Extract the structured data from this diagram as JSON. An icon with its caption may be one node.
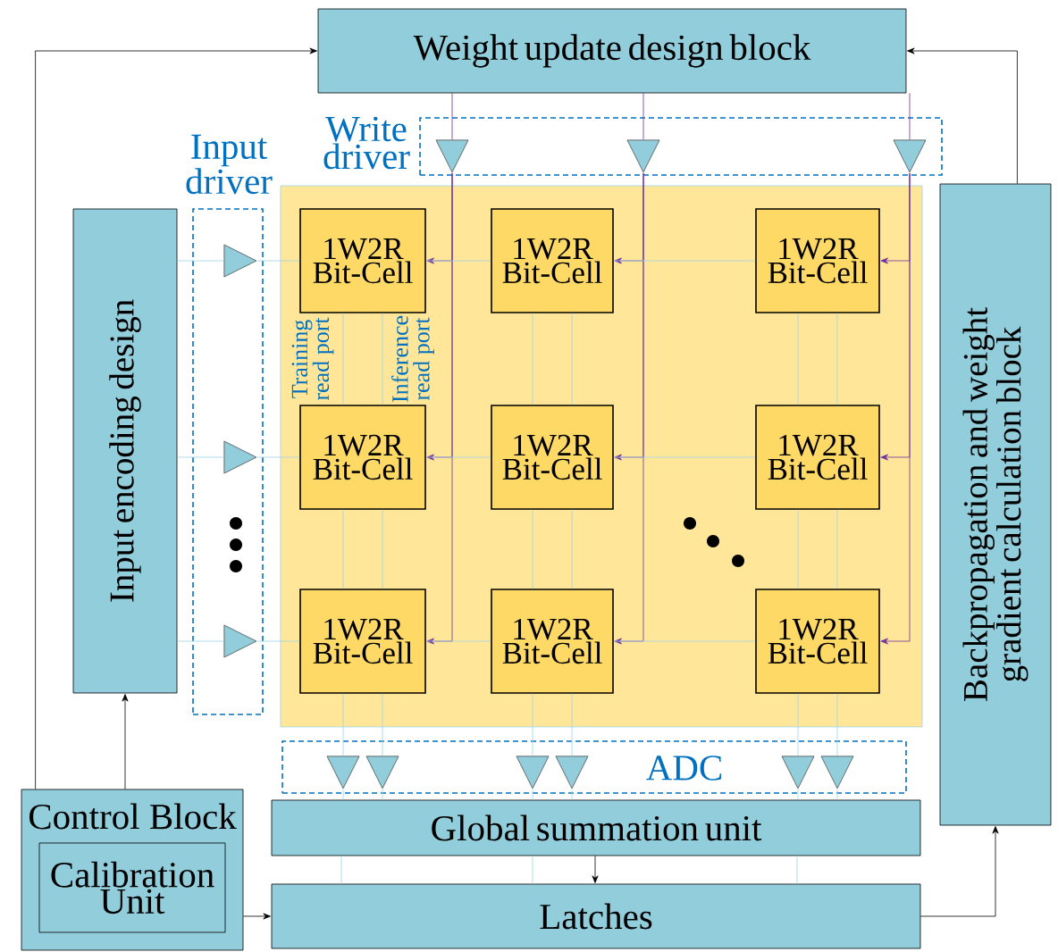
{
  "diagram": {
    "nodes": [
      {
        "text": [
          "Weight update design block"
        ]
      },
      {
        "text": [
          "Input encoding design"
        ]
      },
      {
        "text": [
          "Backpropagation and weight gradient calculation block"
        ]
      },
      {
        "text": [
          "Control Block"
        ]
      },
      {
        "text": [
          "Calibration Unit"
        ],
        "in": 3
      },
      {
        "text": [
          "Global summation unit"
        ]
      },
      {
        "text": [
          "Latches"
        ]
      },
      {
        "text": [
          "Input driver"
        ]
      },
      {
        "text": [
          "Write driver"
        ]
      },
      {
        "text": [
          "ADC"
        ]
      },
      {
        "text": [],
        "shape": "box"
      },
      {
        "text": [
          "1W2R Bit-Cell"
        ],
        "in": 10
      },
      {
        "text": [
          "1W2R Bit-Cell"
        ],
        "in": 10
      },
      {
        "text": [
          "1W2R Bit-Cell"
        ],
        "in": 10
      },
      {
        "text": [
          "1W2R Bit-Cell"
        ],
        "in": 10
      },
      {
        "text": [
          "1W2R Bit-Cell"
        ],
        "in": 10
      },
      {
        "text": [
          "1W2R Bit-Cell"
        ],
        "in": 10
      },
      {
        "text": [
          "1W2R Bit-Cell"
        ],
        "in": 10
      },
      {
        "text": [
          "1W2R Bit-Cell"
        ],
        "in": 10
      },
      {
        "text": [
          "1W2R Bit-Cell"
        ],
        "in": 10
      },
      {
        "text": [],
        "shape": "triangle",
        "in": 7
      },
      {
        "text": [],
        "shape": "triangle",
        "in": 7
      },
      {
        "text": [],
        "shape": "triangle",
        "in": 7
      },
      {
        "text": [],
        "shape": "triangle",
        "in": 8
      },
      {
        "text": [],
        "shape": "triangle",
        "in": 8
      },
      {
        "text": [],
        "shape": "triangle",
        "in": 8
      },
      {
        "text": [],
        "shape": "triangle",
        "in": 9
      },
      {
        "text": [],
        "shape": "triangle",
        "in": 9
      },
      {
        "text": [],
        "shape": "triangle",
        "in": 9
      },
      {
        "text": [],
        "shape": "triangle",
        "in": 9
      },
      {
        "text": [],
        "shape": "triangle",
        "in": 9
      },
      {
        "text": [],
        "shape": "triangle",
        "in": 9
      }
    ],
    "edges": [
      {
        "from": 3,
        "to": 0,
        "arrow": "to",
        "color": "#000000"
      },
      {
        "from": 3,
        "to": 1,
        "arrow": "to",
        "color": "#000000"
      },
      {
        "from": 3,
        "to": 6,
        "arrow": "to",
        "color": "#000000"
      },
      {
        "from": 5,
        "to": 6,
        "arrow": "to",
        "color": "#000000"
      },
      {
        "from": 6,
        "to": 2,
        "arrow": "to",
        "color": "#000000"
      },
      {
        "from": 2,
        "to": 0,
        "arrow": "to",
        "color": "#000000"
      },
      {
        "from": 0,
        "to": 23,
        "arrow": "none",
        "color": "#7030a0"
      },
      {
        "from": 0,
        "to": 24,
        "arrow": "none",
        "color": "#7030a0"
      },
      {
        "from": 0,
        "to": 25,
        "arrow": "none",
        "color": "#7030a0"
      },
      {
        "from": 23,
        "to": 11,
        "arrow": "to",
        "color": "#7030a0"
      },
      {
        "from": 23,
        "to": 14,
        "arrow": "to",
        "color": "#7030a0"
      },
      {
        "from": 23,
        "to": 17,
        "arrow": "to",
        "color": "#7030a0"
      },
      {
        "from": 24,
        "to": 12,
        "arrow": "to",
        "color": "#7030a0"
      },
      {
        "from": 24,
        "to": 15,
        "arrow": "to",
        "color": "#7030a0"
      },
      {
        "from": 24,
        "to": 18,
        "arrow": "to",
        "color": "#7030a0"
      },
      {
        "from": 25,
        "to": 13,
        "arrow": "to",
        "color": "#7030a0"
      },
      {
        "from": 25,
        "to": 16,
        "arrow": "to",
        "color": "#7030a0"
      },
      {
        "from": 25,
        "to": 19,
        "arrow": "to",
        "color": "#7030a0"
      },
      {
        "from": 1,
        "to": 20,
        "arrow": "none",
        "color": "#9dd3e6"
      },
      {
        "from": 20,
        "to": 11,
        "arrow": "none",
        "color": "#9dd3e6"
      },
      {
        "from": 11,
        "to": 12,
        "arrow": "none",
        "color": "#9dd3e6"
      },
      {
        "from": 12,
        "to": 13,
        "arrow": "none",
        "color": "#9dd3e6"
      },
      {
        "from": 1,
        "to": 21,
        "arrow": "none",
        "color": "#9dd3e6"
      },
      {
        "from": 21,
        "to": 14,
        "arrow": "none",
        "color": "#9dd3e6"
      },
      {
        "from": 14,
        "to": 15,
        "arrow": "none",
        "color": "#9dd3e6"
      },
      {
        "from": 15,
        "to": 16,
        "arrow": "none",
        "color": "#9dd3e6"
      },
      {
        "from": 1,
        "to": 22,
        "arrow": "none",
        "color": "#9dd3e6"
      },
      {
        "from": 22,
        "to": 17,
        "arrow": "none",
        "color": "#9dd3e6"
      },
      {
        "from": 17,
        "to": 18,
        "arrow": "none",
        "color": "#9dd3e6"
      },
      {
        "from": 18,
        "to": 19,
        "arrow": "none",
        "color": "#9dd3e6"
      },
      {
        "from": 11,
        "to": 14,
        "arrow": "none",
        "color": "#9dd3e6"
      },
      {
        "from": 11,
        "to": 14,
        "arrow": "none",
        "color": "#9dd3e6"
      },
      {
        "from": 14,
        "to": 17,
        "arrow": "none",
        "color": "#9dd3e6"
      },
      {
        "from": 14,
        "to": 17,
        "arrow": "none",
        "color": "#9dd3e6"
      },
      {
        "from": 17,
        "to": 26,
        "arrow": "none",
        "color": "#9dd3e6"
      },
      {
        "from": 17,
        "to": 27,
        "arrow": "none",
        "color": "#9dd3e6"
      },
      {
        "from": 12,
        "to": 15,
        "arrow": "none",
        "color": "#9dd3e6"
      },
      {
        "from": 12,
        "to": 15,
        "arrow": "none",
        "color": "#9dd3e6"
      },
      {
        "from": 15,
        "to": 18,
        "arrow": "none",
        "color": "#9dd3e6"
      },
      {
        "from": 15,
        "to": 18,
        "arrow": "none",
        "color": "#9dd3e6"
      },
      {
        "from": 18,
        "to": 28,
        "arrow": "none",
        "color": "#9dd3e6"
      },
      {
        "from": 18,
        "to": 29,
        "arrow": "none",
        "color": "#9dd3e6"
      },
      {
        "from": 13,
        "to": 16,
        "arrow": "none",
        "color": "#9dd3e6"
      },
      {
        "from": 13,
        "to": 16,
        "arrow": "none",
        "color": "#9dd3e6"
      },
      {
        "from": 16,
        "to": 19,
        "arrow": "none",
        "color": "#9dd3e6"
      },
      {
        "from": 16,
        "to": 19,
        "arrow": "none",
        "color": "#9dd3e6"
      },
      {
        "from": 19,
        "to": 30,
        "arrow": "none",
        "color": "#9dd3e6"
      },
      {
        "from": 19,
        "to": 31,
        "arrow": "none",
        "color": "#9dd3e6"
      },
      {
        "from": 26,
        "to": 5,
        "arrow": "none",
        "color": "#9dd3e6"
      },
      {
        "from": 27,
        "to": 5,
        "arrow": "none",
        "color": "#9dd3e6"
      },
      {
        "from": 28,
        "to": 5,
        "arrow": "none",
        "color": "#9dd3e6"
      },
      {
        "from": 29,
        "to": 5,
        "arrow": "none",
        "color": "#9dd3e6"
      },
      {
        "from": 30,
        "to": 5,
        "arrow": "none",
        "color": "#9dd3e6"
      },
      {
        "from": 31,
        "to": 5,
        "arrow": "none",
        "color": "#9dd3e6"
      },
      {
        "from": 5,
        "to": 6,
        "arrow": "none",
        "color": "#9dd3e6"
      },
      {
        "from": 5,
        "to": 6,
        "arrow": "none",
        "color": "#9dd3e6"
      },
      {
        "from": 5,
        "to": 6,
        "arrow": "none",
        "color": "#9dd3e6"
      }
    ],
    "labels": [
      "Training read port",
      "Inference read port"
    ]
  }
}
